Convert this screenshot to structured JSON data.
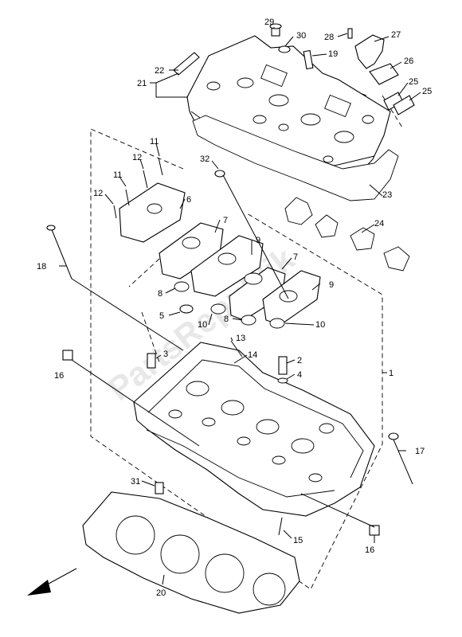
{
  "diagram": {
    "watermark": "PartsRepublik",
    "labels": [
      {
        "id": "l29",
        "text": "29"
      },
      {
        "id": "l30",
        "text": "30"
      },
      {
        "id": "l28",
        "text": "28"
      },
      {
        "id": "l27",
        "text": "27"
      },
      {
        "id": "l19",
        "text": "19"
      },
      {
        "id": "l26",
        "text": "26"
      },
      {
        "id": "l22",
        "text": "22"
      },
      {
        "id": "l21",
        "text": "21"
      },
      {
        "id": "l25a",
        "text": "25"
      },
      {
        "id": "l25b",
        "text": "25"
      },
      {
        "id": "l11a",
        "text": "11"
      },
      {
        "id": "l12a",
        "text": "12"
      },
      {
        "id": "l11b",
        "text": "11"
      },
      {
        "id": "l32",
        "text": "32"
      },
      {
        "id": "l12b",
        "text": "12"
      },
      {
        "id": "l6",
        "text": "6"
      },
      {
        "id": "l23",
        "text": "23"
      },
      {
        "id": "l7a",
        "text": "7"
      },
      {
        "id": "l24",
        "text": "24"
      },
      {
        "id": "l18",
        "text": "18"
      },
      {
        "id": "l9a",
        "text": "9"
      },
      {
        "id": "l7b",
        "text": "7"
      },
      {
        "id": "l8a",
        "text": "8"
      },
      {
        "id": "l9b",
        "text": "9"
      },
      {
        "id": "l5",
        "text": "5"
      },
      {
        "id": "l10a",
        "text": "10"
      },
      {
        "id": "l8b",
        "text": "8"
      },
      {
        "id": "l10b",
        "text": "10"
      },
      {
        "id": "l13",
        "text": "13"
      },
      {
        "id": "l3",
        "text": "3"
      },
      {
        "id": "l14",
        "text": "14"
      },
      {
        "id": "l2",
        "text": "2"
      },
      {
        "id": "l16a",
        "text": "16"
      },
      {
        "id": "l4",
        "text": "4"
      },
      {
        "id": "l1",
        "text": "1"
      },
      {
        "id": "l17",
        "text": "17"
      },
      {
        "id": "l31",
        "text": "31"
      },
      {
        "id": "l15",
        "text": "15"
      },
      {
        "id": "l16b",
        "text": "16"
      },
      {
        "id": "l20",
        "text": "20"
      }
    ]
  }
}
